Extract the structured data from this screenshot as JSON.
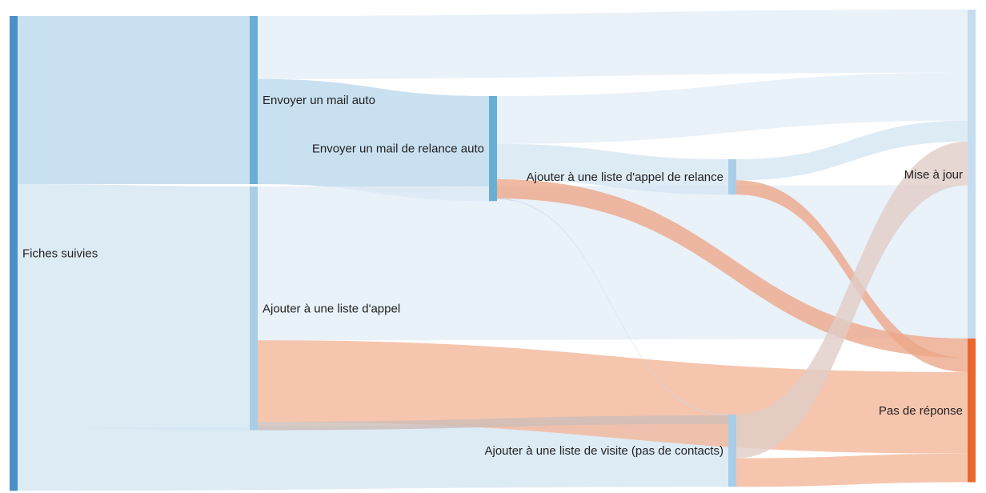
{
  "chart_data": {
    "type": "sankey",
    "nodes": [
      {
        "id": "fiches",
        "label": "Fiches suivies",
        "color": "#4a90c8"
      },
      {
        "id": "mail",
        "label": "Envoyer un mail auto",
        "color": "#6aaed6"
      },
      {
        "id": "appel",
        "label": "Ajouter à une liste d'appel",
        "color": "#a9cde6"
      },
      {
        "id": "relance_mail",
        "label": "Envoyer un mail de relance auto",
        "color": "#6aaed6"
      },
      {
        "id": "relance_appel",
        "label": "Ajouter à une liste d'appel de relance",
        "color": "#a9cde6"
      },
      {
        "id": "visite",
        "label": "Ajouter à une liste de visite (pas de contacts)",
        "color": "#a9cde6"
      },
      {
        "id": "maj",
        "label": "Mise à jour",
        "color": "#c7dcef"
      },
      {
        "id": "pas_rep",
        "label": "Pas de réponse",
        "color": "#e8692f"
      }
    ],
    "links": [
      {
        "source": "fiches",
        "target": "mail",
        "value": 200,
        "color": "#bcd8ee"
      },
      {
        "source": "fiches",
        "target": "appel",
        "value": 290,
        "color": "#d4e6f3"
      },
      {
        "source": "fiches",
        "target": "visite",
        "value": 75,
        "color": "#d4e6f3"
      },
      {
        "source": "mail",
        "target": "maj",
        "value": 75,
        "color": "#e3edf7"
      },
      {
        "source": "mail",
        "target": "relance_mail",
        "value": 125,
        "color": "#bcd8ee"
      },
      {
        "source": "appel",
        "target": "maj",
        "value": 183,
        "color": "#e3edf7"
      },
      {
        "source": "appel",
        "target": "pas_rep",
        "value": 97,
        "color": "#f4b79a"
      },
      {
        "source": "appel",
        "target": "visite",
        "value": 10,
        "color": "#cdbdb8"
      },
      {
        "source": "relance_mail",
        "target": "maj",
        "value": 57,
        "color": "#e3edf7"
      },
      {
        "source": "relance_mail",
        "target": "relance_appel",
        "value": 42,
        "color": "#d4e6f3"
      },
      {
        "source": "relance_mail",
        "target": "pas_rep",
        "value": 23,
        "color": "#eca789"
      },
      {
        "source": "relance_mail",
        "target": "visite",
        "value": 1,
        "color": "#c7dcef"
      },
      {
        "source": "relance_appel",
        "target": "maj",
        "value": 25,
        "color": "#d4e6f3"
      },
      {
        "source": "relance_appel",
        "target": "pas_rep",
        "value": 17,
        "color": "#eca789"
      },
      {
        "source": "visite",
        "target": "maj",
        "value": 52,
        "color": "#e1cdc7"
      },
      {
        "source": "visite",
        "target": "pas_rep",
        "value": 34,
        "color": "#f4b79a"
      }
    ]
  }
}
